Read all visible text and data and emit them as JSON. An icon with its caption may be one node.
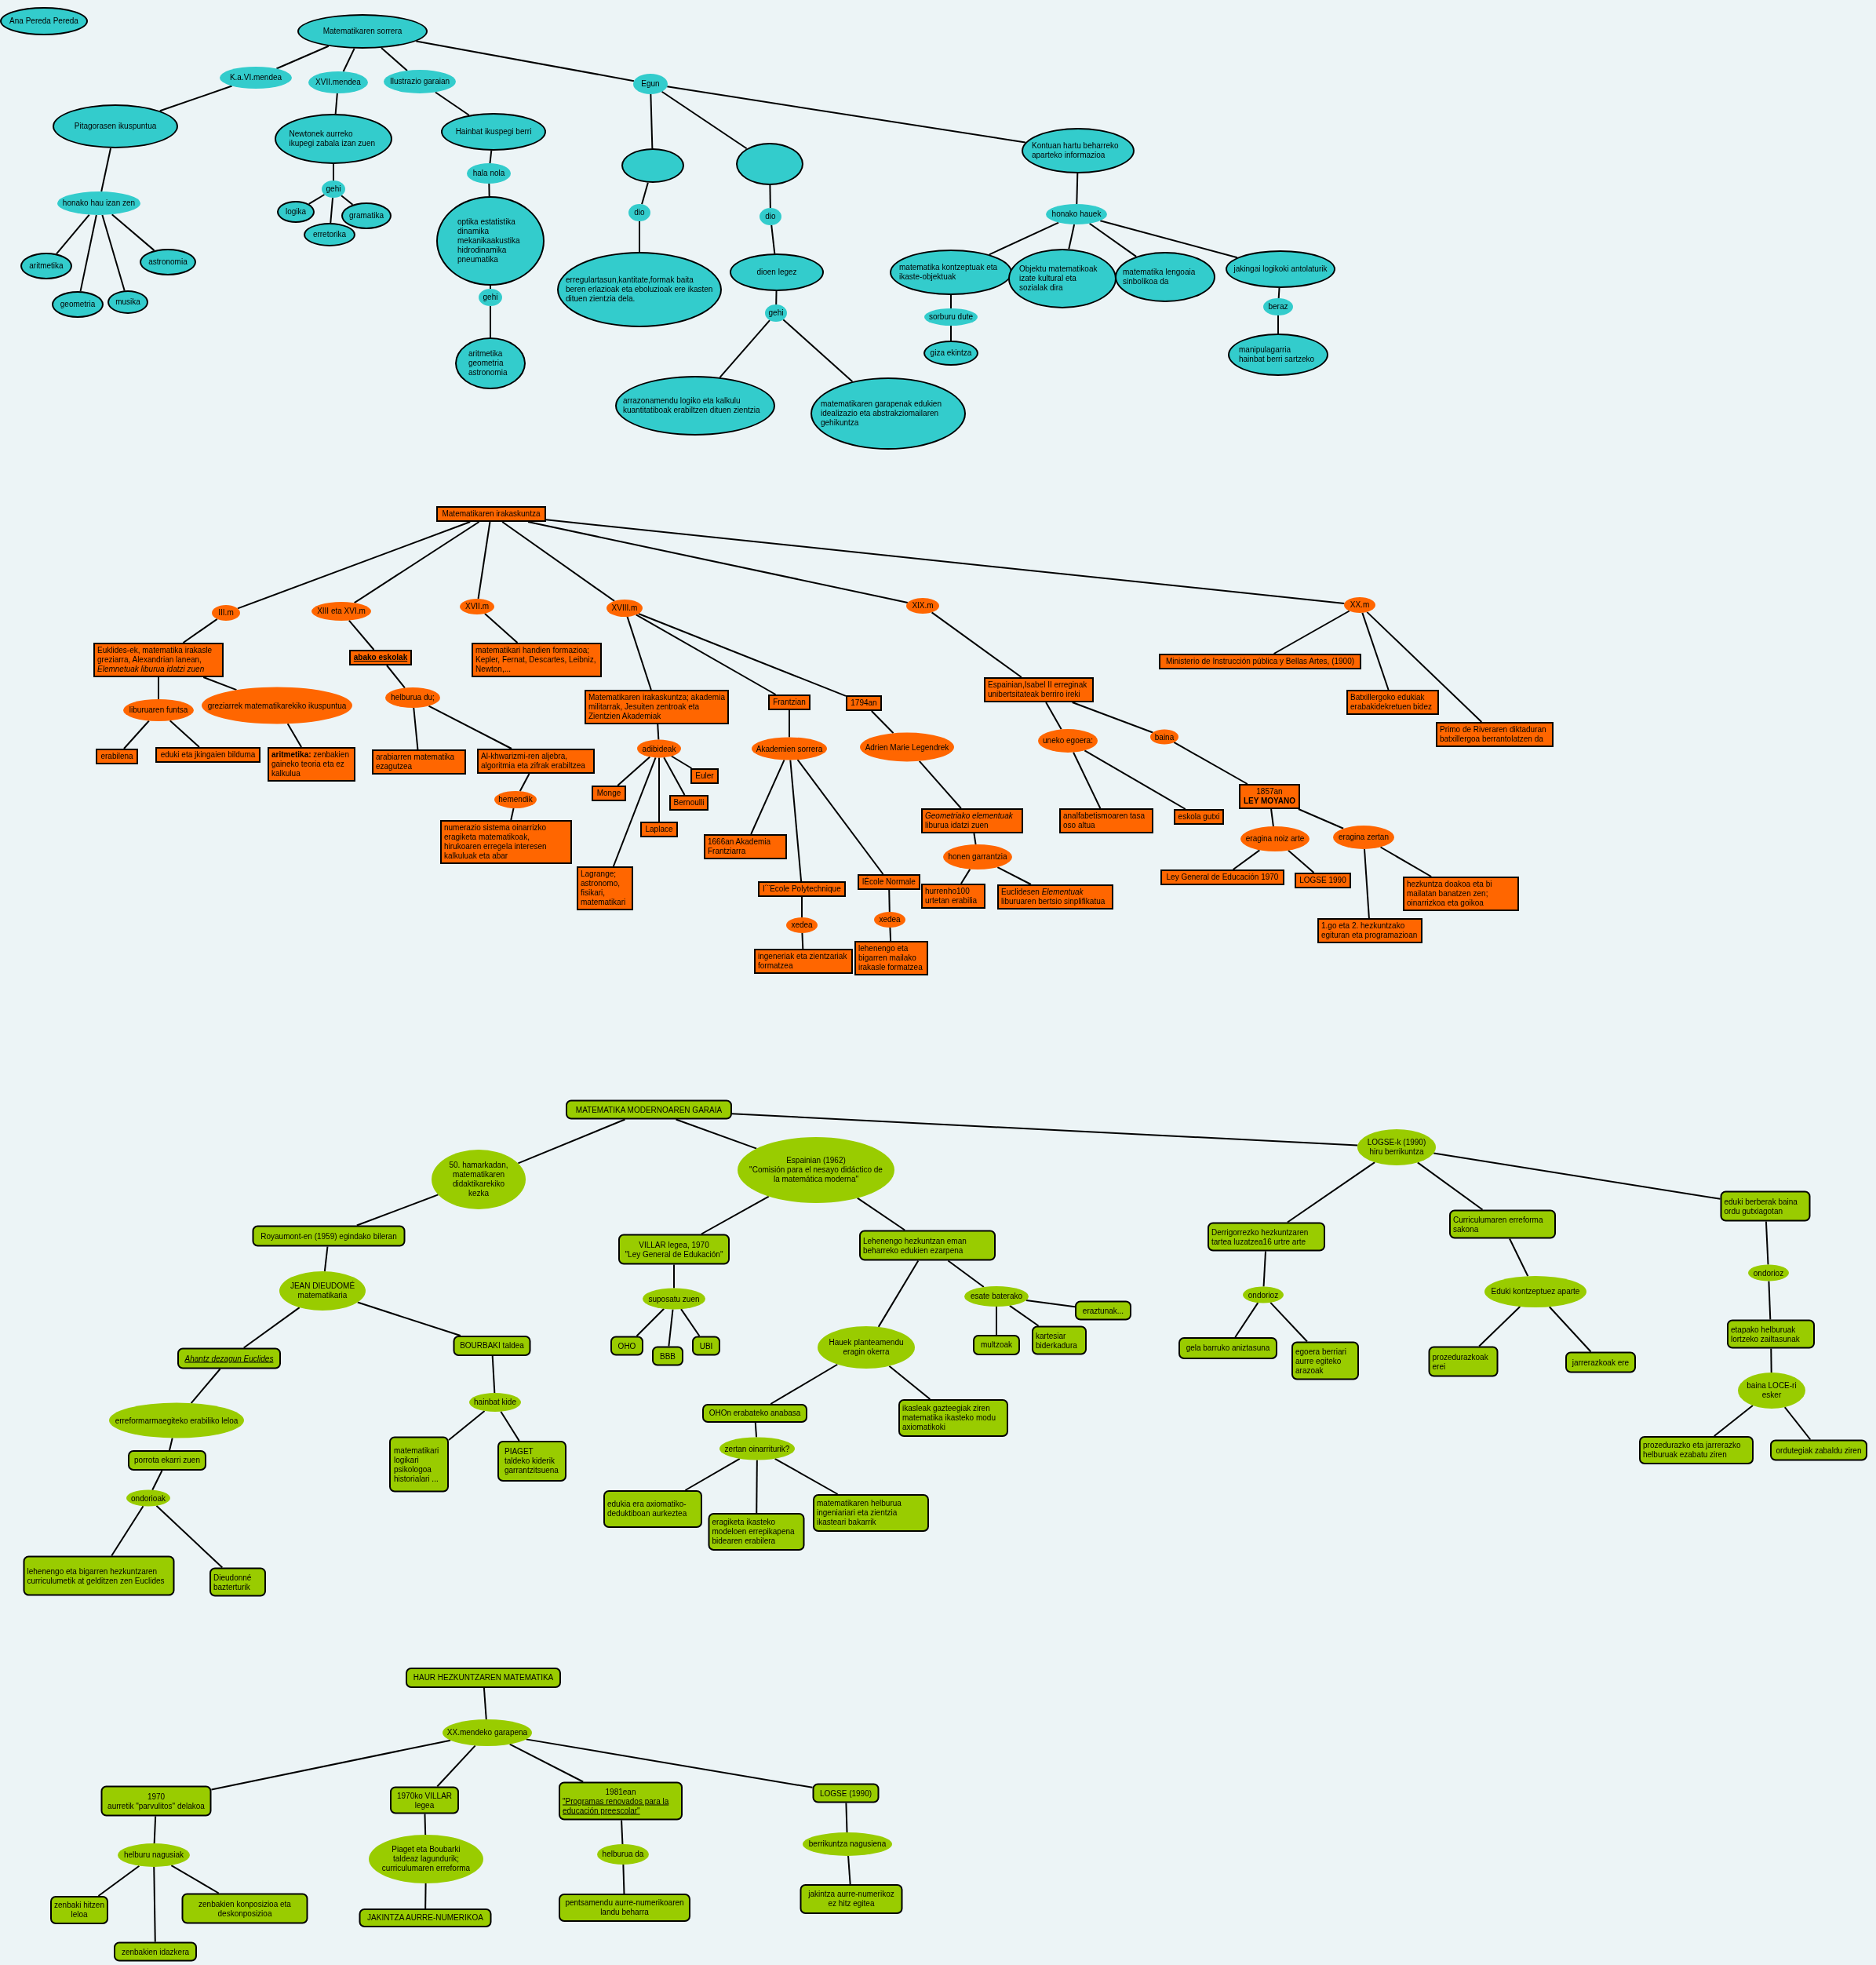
{
  "diagram": {
    "nodes": [
      {
        "text": [
          "Ana Pereda Pereda"
        ]
      },
      {
        "text": [
          "Matematikaren sorrera"
        ]
      },
      {
        "text": [
          "K.a.VI.mendea"
        ]
      },
      {
        "text": [
          "XVII.mendea"
        ]
      },
      {
        "text": [
          "Ilustrazio garaian"
        ]
      },
      {
        "text": [
          "Egun"
        ]
      },
      {
        "text": [
          "Pitagorasen ikuspuntua"
        ]
      },
      {
        "text": [
          "Newtonek aurreko ikupegi zabala izan zuen"
        ]
      },
      {
        "text": [
          "Hainbat ikuspegi berri"
        ]
      },
      {
        "text": [
          "honako hau izan zen"
        ]
      },
      {
        "text": [
          "gehi"
        ]
      },
      {
        "text": [
          "logika"
        ]
      },
      {
        "text": [
          "erretorika"
        ]
      },
      {
        "text": [
          "gramatika"
        ]
      },
      {
        "text": [
          "hala nola"
        ]
      },
      {
        "text": [
          "optika estatistika dinamika mekanikaakustika hidrodinamika pneumatika"
        ]
      },
      {
        "text": [
          "gehi"
        ]
      },
      {
        "text": [
          "aritmetika geometria astronomia"
        ]
      },
      {
        "text": [
          "aritmetika"
        ]
      },
      {
        "text": [
          "geometria"
        ]
      },
      {
        "text": [
          "musika"
        ]
      },
      {
        "text": [
          "astronomia"
        ]
      },
      {
        "text": [],
        "shape": "ellipse"
      },
      {
        "text": [
          "dio"
        ]
      },
      {
        "text": [
          "erregulartasun,kantitate,formak baita beren erlazioak eta eboluzioak ere ikasten dituen zientzia dela."
        ]
      },
      {
        "text": [],
        "shape": "ellipse"
      },
      {
        "text": [
          "dio"
        ]
      },
      {
        "text": [
          "dioen legez"
        ]
      },
      {
        "text": [
          "gehi"
        ]
      },
      {
        "text": [
          "arrazonamendu logiko eta kalkulu kuantitatiboak erabiltzen dituen zientzia"
        ]
      },
      {
        "text": [
          "matematikaren garapenak edukien idealizazio eta abstrakziomailaren gehikuntza"
        ]
      },
      {
        "text": [
          "Kontuan hartu beharreko aparteko informazioa"
        ]
      },
      {
        "text": [
          "honako hauek"
        ]
      },
      {
        "text": [
          "matematika kontzeptuak eta ikaste-objektuak"
        ]
      },
      {
        "text": [
          "sorburu dute"
        ]
      },
      {
        "text": [
          "giza ekintza"
        ]
      },
      {
        "text": [
          "Objektu matematikoak izate kultural eta sozialak dira"
        ]
      },
      {
        "text": [
          "matematika lengoaia sinbolikoa da"
        ]
      },
      {
        "text": [
          "jakingai logikoki antolaturik"
        ]
      },
      {
        "text": [
          "beraz"
        ]
      },
      {
        "text": [
          "manipulagarria hainbat berri sartzeko"
        ]
      },
      {
        "text": [
          "Matematikaren irakaskuntza"
        ]
      },
      {
        "text": [
          "III.m"
        ]
      },
      {
        "text": [
          "XIII eta XVI.m"
        ]
      },
      {
        "text": [
          "XVII.m"
        ]
      },
      {
        "text": [
          "XVIII.m"
        ]
      },
      {
        "text": [
          "XIX.m"
        ]
      },
      {
        "text": [
          "XX.m"
        ]
      },
      {
        "text": [
          "Euklides-ek, matematika irakasle greziarra, Alexandrian lanean, *Elemnetuak liburua idatzi zuen*"
        ]
      },
      {
        "text": [
          "liburuaren funtsa"
        ]
      },
      {
        "text": [
          "greziarrek matematikarekiko ikuspuntua"
        ]
      },
      {
        "text": [
          "erabilena"
        ]
      },
      {
        "text": [
          "eduki eta jkingaien bilduma"
        ]
      },
      {
        "text": [
          "**aritmetika:** zenbakien gaineko teoria eta ez kalkulua"
        ]
      },
      {
        "text": [
          "abako eskolak"
        ]
      },
      {
        "text": [
          "helburua du;"
        ]
      },
      {
        "text": [
          "arabiarren matematika ezagutzea"
        ]
      },
      {
        "text": [
          "Al-khwarizmi-ren aljebra, algoritmia eta zifrak erabiltzea"
        ]
      },
      {
        "text": [
          "hemendik"
        ]
      },
      {
        "text": [
          "numerazio sistema oinarrizko eragiketa matematikoak, hirukoaren erregela interesen kalkuluak eta abar"
        ]
      },
      {
        "text": [
          "matematikari handien formazioa; Kepler, Fernat, Descartes, Leibniz, Newton,..."
        ]
      },
      {
        "text": [
          "Matematikaren irakaskuntza; akademia militarrak, Jesuiten zentroak eta Zientzien Akademiak"
        ]
      },
      {
        "text": [
          "adibideak"
        ]
      },
      {
        "text": [
          "Euler"
        ]
      },
      {
        "text": [
          "Monge"
        ]
      },
      {
        "text": [
          "Bernoulli"
        ]
      },
      {
        "text": [
          "Laplace"
        ]
      },
      {
        "text": [
          "Lagrange; astronomo, fisikari, matematikari"
        ]
      },
      {
        "text": [
          "Frantzian"
        ]
      },
      {
        "text": [
          "Akademien sorrera"
        ]
      },
      {
        "text": [
          "1666an Akademia Frantziarra"
        ]
      },
      {
        "text": [
          "l´¨Ecole Polytechnique"
        ]
      },
      {
        "text": [
          "xedea"
        ]
      },
      {
        "text": [
          "ingeneriak eta zientzariak formatzea"
        ]
      },
      {
        "text": [
          "1794an"
        ]
      },
      {
        "text": [
          "Adrien Marie Legendrek"
        ]
      },
      {
        "text": [
          "lÉcole Normale"
        ]
      },
      {
        "text": [
          "xedea"
        ]
      },
      {
        "text": [
          "lehenengo eta bigarren mailako irakasle formatzea"
        ]
      },
      {
        "text": [
          "*Geometriako elementuak* liburua idatzi zuen"
        ]
      },
      {
        "text": [
          "honen garrantzia"
        ]
      },
      {
        "text": [
          "hurrenho100 urtetan erabilia"
        ]
      },
      {
        "text": [
          "Euclidesen *Elementuak* liburuaren bertsio sinplifikatua"
        ]
      },
      {
        "text": [
          "Espainian,Isabel II erreginak unibertsitateak berriro ireki"
        ]
      },
      {
        "text": [
          "uneko egoera:"
        ]
      },
      {
        "text": [
          "baina"
        ]
      },
      {
        "text": [
          "analfabetismoaren tasa oso altua"
        ]
      },
      {
        "text": [
          "eskola gutxi"
        ]
      },
      {
        "text": [
          "1857an",
          "LEY MOYANO"
        ]
      },
      {
        "text": [
          "eragina noiz arte"
        ]
      },
      {
        "text": [
          "eragina zertan"
        ]
      },
      {
        "text": [
          "Ley General de Educación 1970"
        ]
      },
      {
        "text": [
          "LOGSE 1990"
        ]
      },
      {
        "text": [
          "1.go eta 2. hezkuntzako egituran eta programazioan"
        ]
      },
      {
        "text": [
          "hezkuntza doakoa eta bi mailatan banatzen zen; oinarrizkoa eta goikoa"
        ]
      },
      {
        "text": [
          "Ministerio de Instrucción pública y Bellas Artes, (1900)"
        ]
      },
      {
        "text": [
          "Batxillergoko edukiak erabakidekretuen bidez"
        ]
      },
      {
        "text": [
          "Primo de Riveraren diktaduran batxillergoa berrantolatzen da"
        ]
      },
      {
        "text": [
          "MATEMATIKA MODERNOAREN GARAIA"
        ]
      },
      {
        "text": [
          "50. hamarkadan, matematikaren didaktikarekiko kezka"
        ]
      },
      {
        "text": [
          "Espainian (1962)",
          "\"Comisión para el nesayo didáctico de la matemática moderna\""
        ]
      },
      {
        "text": [
          "LOGSE-k (1990) hiru berrikuntza"
        ]
      },
      {
        "text": [
          "Royaumont-en (1959) egindako bileran"
        ]
      },
      {
        "text": [
          "JEAN DIEUDOMÉ matematikaria"
        ]
      },
      {
        "text": [
          "Ahantz dezagun Euclides"
        ]
      },
      {
        "text": [
          "erreformarmaegiteko erabiliko leloa"
        ]
      },
      {
        "text": [
          "porrota ekarri zuen"
        ]
      },
      {
        "text": [
          "ondorioak"
        ]
      },
      {
        "text": [
          "lehenengo eta bigarren hezkuntzaren curriculumetik at gelditzen zen Euclides"
        ]
      },
      {
        "text": [
          "Dieudonné bazterturik"
        ]
      },
      {
        "text": [
          "BOURBAKI taldea"
        ]
      },
      {
        "text": [
          "hainbat kide"
        ]
      },
      {
        "text": [
          "matematikari logikari psikologoa historialari ..."
        ]
      },
      {
        "text": [
          "PIAGET taldeko kiderik garrantzitsuena"
        ]
      },
      {
        "text": [
          "VILLAR legea, 1970",
          "\"Ley General de Edukación\""
        ]
      },
      {
        "text": [
          "suposatu zuen"
        ]
      },
      {
        "text": [
          "OHO"
        ]
      },
      {
        "text": [
          "BBB"
        ]
      },
      {
        "text": [
          "UBI"
        ]
      },
      {
        "text": [
          "Lehenengo hezkuntzan eman beharreko edukien ezarpena"
        ]
      },
      {
        "text": [
          "Hauek planteamendu eragin okerra"
        ]
      },
      {
        "text": [
          "OHOn erabateko anabasa"
        ]
      },
      {
        "text": [
          "zertan oinarriturik?"
        ]
      },
      {
        "text": [
          "edukia era axiomatiko-deduktiboan aurkeztea"
        ]
      },
      {
        "text": [
          "eragiketa ikasteko modeloen errepikapena bidearen erabilera"
        ]
      },
      {
        "text": [
          "matematikaren helburua ingeniariari eta zientzia ikasteari bakarrik"
        ]
      },
      {
        "text": [
          "ikasleak gazteegiak ziren matematika ikasteko modu axiomatikoki"
        ]
      },
      {
        "text": [
          "esate baterako"
        ]
      },
      {
        "text": [
          "eraztunak..."
        ]
      },
      {
        "text": [
          "multzoak"
        ]
      },
      {
        "text": [
          "kartesiar biderkadura"
        ]
      },
      {
        "text": [
          "Derrigorrezko hezkuntzaren tartea luzatzea16 urtre arte"
        ]
      },
      {
        "text": [
          "ondorioz"
        ]
      },
      {
        "text": [
          "gela barruko aniztasuna"
        ]
      },
      {
        "text": [
          "egoera berriari aurre egiteko arazoak"
        ]
      },
      {
        "text": [
          "Curriculumaren erreforma sakona"
        ]
      },
      {
        "text": [
          "Eduki kontzeptuez aparte"
        ]
      },
      {
        "text": [
          "prozedurazkoak erei"
        ]
      },
      {
        "text": [
          "jarrerazkoak ere"
        ]
      },
      {
        "text": [
          "eduki berberak baina ordu gutxiagotan"
        ]
      },
      {
        "text": [
          "ondorioz"
        ]
      },
      {
        "text": [
          "etapako helburuak lortzeko zailtasunak"
        ]
      },
      {
        "text": [
          "baina LOCE-ri esker"
        ]
      },
      {
        "text": [
          "prozedurazko eta jarrerazko helburuak ezabatu ziren"
        ]
      },
      {
        "text": [
          "ordutegiak zabaldu ziren"
        ]
      },
      {
        "text": [
          "HAUR HEZKUNTZAREN MATEMATIKA"
        ]
      },
      {
        "text": [
          "XX.mendeko garapena"
        ]
      },
      {
        "text": [
          "1970",
          "aurretik \"parvulitos\" delakoa"
        ]
      },
      {
        "text": [
          "helburu nagusiak"
        ]
      },
      {
        "text": [
          "zenbaki hitzen leloa"
        ]
      },
      {
        "text": [
          "zenbakien idazkera"
        ]
      },
      {
        "text": [
          "zenbakien konposizioa eta deskonposizioa"
        ]
      },
      {
        "text": [
          "1970ko VILLAR legea"
        ]
      },
      {
        "text": [
          "Piaget eta Boubarki taldeaz lagundurik; curriculumaren erreforma"
        ]
      },
      {
        "text": [
          "JAKINTZA AURRE-NUMERIKOA"
        ]
      },
      {
        "text": [
          "1981ean",
          "\"Programas renovados para la educación preescolar\""
        ]
      },
      {
        "text": [
          "helburua da"
        ]
      },
      {
        "text": [
          "pentsamendu aurre-numerikoaren landu beharra"
        ]
      },
      {
        "text": [
          "LOGSE (1990)"
        ]
      },
      {
        "text": [
          "berrikuntza nagusiena"
        ]
      },
      {
        "text": [
          "jakintza aurre-numerikoz ez hitz egitea"
        ]
      }
    ],
    "edges": [
      {
        "from": 1,
        "to": 2,
        "arrow": "none"
      },
      {
        "from": 1,
        "to": 3,
        "arrow": "none"
      },
      {
        "from": 1,
        "to": 4,
        "arrow": "none"
      },
      {
        "from": 1,
        "to": 5,
        "arrow": "none"
      },
      {
        "from": 2,
        "to": 6,
        "arrow": "none"
      },
      {
        "from": 6,
        "to": 9,
        "arrow": "none"
      },
      {
        "from": 9,
        "to": 18,
        "arrow": "none"
      },
      {
        "from": 9,
        "to": 19,
        "arrow": "none"
      },
      {
        "from": 9,
        "to": 20,
        "arrow": "none"
      },
      {
        "from": 9,
        "to": 21,
        "arrow": "none"
      },
      {
        "from": 3,
        "to": 7,
        "arrow": "none"
      },
      {
        "from": 7,
        "to": 10,
        "arrow": "none"
      },
      {
        "from": 10,
        "to": 11,
        "arrow": "none"
      },
      {
        "from": 10,
        "to": 12,
        "arrow": "none"
      },
      {
        "from": 10,
        "to": 13,
        "arrow": "none"
      },
      {
        "from": 4,
        "to": 8,
        "arrow": "none"
      },
      {
        "from": 8,
        "to": 14,
        "arrow": "none"
      },
      {
        "from": 14,
        "to": 15,
        "arrow": "none"
      },
      {
        "from": 15,
        "to": 16,
        "arrow": "none"
      },
      {
        "from": 16,
        "to": 17,
        "arrow": "none"
      },
      {
        "from": 5,
        "to": 22,
        "arrow": "none"
      },
      {
        "from": 5,
        "to": 25,
        "arrow": "none"
      },
      {
        "from": 5,
        "to": 31,
        "arrow": "none"
      },
      {
        "from": 22,
        "to": 23,
        "arrow": "none"
      },
      {
        "from": 23,
        "to": 24,
        "arrow": "none"
      },
      {
        "from": 25,
        "to": 26,
        "arrow": "none"
      },
      {
        "from": 26,
        "to": 27,
        "arrow": "none"
      },
      {
        "from": 27,
        "to": 28,
        "arrow": "none"
      },
      {
        "from": 28,
        "to": 29,
        "arrow": "none"
      },
      {
        "from": 28,
        "to": 30,
        "arrow": "none"
      },
      {
        "from": 31,
        "to": 32,
        "arrow": "none"
      },
      {
        "from": 32,
        "to": 33,
        "arrow": "none"
      },
      {
        "from": 32,
        "to": 36,
        "arrow": "none"
      },
      {
        "from": 32,
        "to": 37,
        "arrow": "none"
      },
      {
        "from": 32,
        "to": 38,
        "arrow": "none"
      },
      {
        "from": 33,
        "to": 34,
        "arrow": "none"
      },
      {
        "from": 34,
        "to": 35,
        "arrow": "none"
      },
      {
        "from": 38,
        "to": 39,
        "arrow": "none"
      },
      {
        "from": 39,
        "to": 40,
        "arrow": "none"
      },
      {
        "from": 41,
        "to": 42,
        "arrow": "none"
      },
      {
        "from": 41,
        "to": 43,
        "arrow": "none"
      },
      {
        "from": 41,
        "to": 44,
        "arrow": "none"
      },
      {
        "from": 41,
        "to": 45,
        "arrow": "none"
      },
      {
        "from": 41,
        "to": 46,
        "arrow": "none"
      },
      {
        "from": 41,
        "to": 47,
        "arrow": "none"
      },
      {
        "from": 42,
        "to": 48,
        "arrow": "none"
      },
      {
        "from": 48,
        "to": 49,
        "arrow": "none"
      },
      {
        "from": 48,
        "to": 50,
        "arrow": "none"
      },
      {
        "from": 49,
        "to": 51,
        "arrow": "none"
      },
      {
        "from": 49,
        "to": 52,
        "arrow": "none"
      },
      {
        "from": 50,
        "to": 53,
        "arrow": "none"
      },
      {
        "from": 43,
        "to": 54,
        "arrow": "none"
      },
      {
        "from": 54,
        "to": 55,
        "arrow": "none"
      },
      {
        "from": 55,
        "to": 56,
        "arrow": "none"
      },
      {
        "from": 55,
        "to": 57,
        "arrow": "none"
      },
      {
        "from": 57,
        "to": 58,
        "arrow": "none"
      },
      {
        "from": 58,
        "to": 59,
        "arrow": "none"
      },
      {
        "from": 44,
        "to": 60,
        "arrow": "none"
      },
      {
        "from": 45,
        "to": 61,
        "arrow": "none"
      },
      {
        "from": 45,
        "to": 68,
        "arrow": "none"
      },
      {
        "from": 45,
        "to": 74,
        "arrow": "none"
      },
      {
        "from": 61,
        "to": 62,
        "arrow": "none"
      },
      {
        "from": 62,
        "to": 63,
        "arrow": "none"
      },
      {
        "from": 62,
        "to": 64,
        "arrow": "none"
      },
      {
        "from": 62,
        "to": 65,
        "arrow": "none"
      },
      {
        "from": 62,
        "to": 66,
        "arrow": "none"
      },
      {
        "from": 62,
        "to": 67,
        "arrow": "none"
      },
      {
        "from": 68,
        "to": 69,
        "arrow": "none"
      },
      {
        "from": 69,
        "to": 70,
        "arrow": "none"
      },
      {
        "from": 69,
        "to": 71,
        "arrow": "none"
      },
      {
        "from": 69,
        "to": 76,
        "arrow": "none"
      },
      {
        "from": 71,
        "to": 72,
        "arrow": "none"
      },
      {
        "from": 72,
        "to": 73,
        "arrow": "none"
      },
      {
        "from": 76,
        "to": 77,
        "arrow": "none"
      },
      {
        "from": 77,
        "to": 78,
        "arrow": "none"
      },
      {
        "from": 74,
        "to": 75,
        "arrow": "none"
      },
      {
        "from": 75,
        "to": 79,
        "arrow": "none"
      },
      {
        "from": 79,
        "to": 80,
        "arrow": "none"
      },
      {
        "from": 80,
        "to": 81,
        "arrow": "none"
      },
      {
        "from": 80,
        "to": 82,
        "arrow": "none"
      },
      {
        "from": 46,
        "to": 83,
        "arrow": "none"
      },
      {
        "from": 83,
        "to": 84,
        "arrow": "none"
      },
      {
        "from": 83,
        "to": 85,
        "arrow": "none"
      },
      {
        "from": 84,
        "to": 86,
        "arrow": "none"
      },
      {
        "from": 84,
        "to": 87,
        "arrow": "none"
      },
      {
        "from": 85,
        "to": 88,
        "arrow": "none"
      },
      {
        "from": 88,
        "to": 89,
        "arrow": "none"
      },
      {
        "from": 88,
        "to": 90,
        "arrow": "none"
      },
      {
        "from": 89,
        "to": 91,
        "arrow": "none"
      },
      {
        "from": 89,
        "to": 92,
        "arrow": "none"
      },
      {
        "from": 90,
        "to": 93,
        "arrow": "none"
      },
      {
        "from": 90,
        "to": 94,
        "arrow": "none"
      },
      {
        "from": 47,
        "to": 95,
        "arrow": "none"
      },
      {
        "from": 47,
        "to": 96,
        "arrow": "none"
      },
      {
        "from": 47,
        "to": 97,
        "arrow": "none"
      },
      {
        "from": 98,
        "to": 99,
        "arrow": "none"
      },
      {
        "from": 98,
        "to": 100,
        "arrow": "none"
      },
      {
        "from": 98,
        "to": 101,
        "arrow": "none"
      },
      {
        "from": 99,
        "to": 102,
        "arrow": "none"
      },
      {
        "from": 102,
        "to": 103,
        "arrow": "none"
      },
      {
        "from": 103,
        "to": 104,
        "arrow": "none"
      },
      {
        "from": 103,
        "to": 110,
        "arrow": "none"
      },
      {
        "from": 104,
        "to": 105,
        "arrow": "none"
      },
      {
        "from": 105,
        "to": 106,
        "arrow": "none"
      },
      {
        "from": 106,
        "to": 107,
        "arrow": "none"
      },
      {
        "from": 107,
        "to": 108,
        "arrow": "none"
      },
      {
        "from": 107,
        "to": 109,
        "arrow": "none"
      },
      {
        "from": 110,
        "to": 111,
        "arrow": "none"
      },
      {
        "from": 111,
        "to": 112,
        "arrow": "none"
      },
      {
        "from": 111,
        "to": 113,
        "arrow": "none"
      },
      {
        "from": 100,
        "to": 114,
        "arrow": "none"
      },
      {
        "from": 100,
        "to": 119,
        "arrow": "none"
      },
      {
        "from": 114,
        "to": 115,
        "arrow": "none"
      },
      {
        "from": 115,
        "to": 116,
        "arrow": "none"
      },
      {
        "from": 115,
        "to": 117,
        "arrow": "none"
      },
      {
        "from": 115,
        "to": 118,
        "arrow": "none"
      },
      {
        "from": 119,
        "to": 120,
        "arrow": "none"
      },
      {
        "from": 119,
        "to": 127,
        "arrow": "none"
      },
      {
        "from": 120,
        "to": 121,
        "arrow": "none"
      },
      {
        "from": 120,
        "to": 126,
        "arrow": "none"
      },
      {
        "from": 121,
        "to": 122,
        "arrow": "none"
      },
      {
        "from": 122,
        "to": 123,
        "arrow": "none"
      },
      {
        "from": 122,
        "to": 124,
        "arrow": "none"
      },
      {
        "from": 122,
        "to": 125,
        "arrow": "none"
      },
      {
        "from": 127,
        "to": 128,
        "arrow": "none"
      },
      {
        "from": 127,
        "to": 129,
        "arrow": "none"
      },
      {
        "from": 127,
        "to": 130,
        "arrow": "none"
      },
      {
        "from": 101,
        "to": 131,
        "arrow": "none"
      },
      {
        "from": 101,
        "to": 135,
        "arrow": "none"
      },
      {
        "from": 101,
        "to": 139,
        "arrow": "none"
      },
      {
        "from": 131,
        "to": 132,
        "arrow": "none"
      },
      {
        "from": 132,
        "to": 133,
        "arrow": "none"
      },
      {
        "from": 132,
        "to": 134,
        "arrow": "none"
      },
      {
        "from": 135,
        "to": 136,
        "arrow": "none"
      },
      {
        "from": 136,
        "to": 137,
        "arrow": "none"
      },
      {
        "from": 136,
        "to": 138,
        "arrow": "none"
      },
      {
        "from": 139,
        "to": 140,
        "arrow": "none"
      },
      {
        "from": 140,
        "to": 141,
        "arrow": "none"
      },
      {
        "from": 141,
        "to": 142,
        "arrow": "none"
      },
      {
        "from": 142,
        "to": 143,
        "arrow": "none"
      },
      {
        "from": 142,
        "to": 144,
        "arrow": "none"
      },
      {
        "from": 145,
        "to": 146,
        "arrow": "none"
      },
      {
        "from": 146,
        "to": 147,
        "arrow": "none"
      },
      {
        "from": 146,
        "to": 152,
        "arrow": "none"
      },
      {
        "from": 146,
        "to": 155,
        "arrow": "none"
      },
      {
        "from": 146,
        "to": 158,
        "arrow": "none"
      },
      {
        "from": 147,
        "to": 148,
        "arrow": "none"
      },
      {
        "from": 148,
        "to": 149,
        "arrow": "none"
      },
      {
        "from": 148,
        "to": 150,
        "arrow": "none"
      },
      {
        "from": 148,
        "to": 151,
        "arrow": "none"
      },
      {
        "from": 152,
        "to": 153,
        "arrow": "none"
      },
      {
        "from": 153,
        "to": 154,
        "arrow": "none"
      },
      {
        "from": 155,
        "to": 156,
        "arrow": "none"
      },
      {
        "from": 156,
        "to": 157,
        "arrow": "none"
      },
      {
        "from": 158,
        "to": 159,
        "arrow": "none"
      },
      {
        "from": 159,
        "to": 160,
        "arrow": "none"
      }
    ]
  }
}
